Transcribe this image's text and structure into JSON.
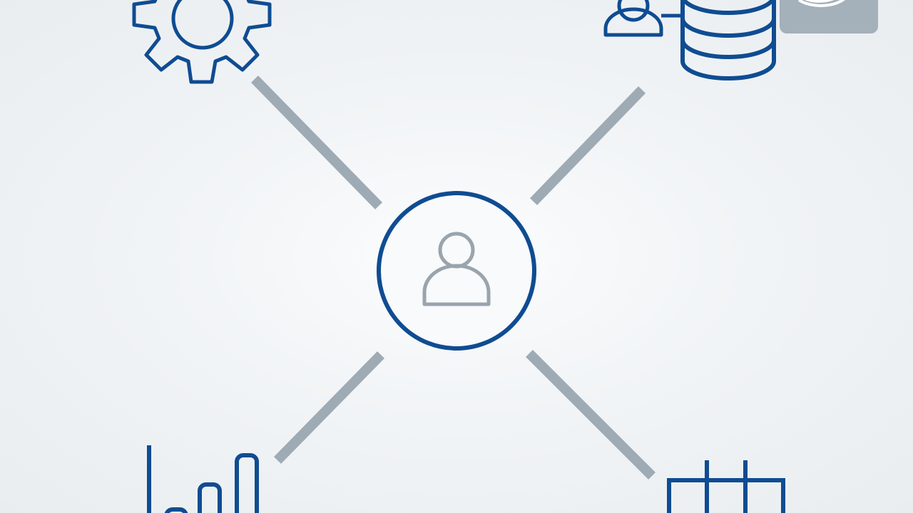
{
  "diagram": {
    "colors": {
      "accent": "#0f4c92",
      "connector": "#9eaab4",
      "hub_icon": "#9aa4ad",
      "tile": "#a4b0ba",
      "background": "#f0f3f5"
    },
    "center_node": {
      "icon": "user-icon"
    },
    "satellites": [
      {
        "id": "top-left",
        "icon": "gear-icon"
      },
      {
        "id": "top-right",
        "icon": "user-database-icon"
      },
      {
        "id": "bottom-left",
        "icon": "bar-chart-icon"
      },
      {
        "id": "bottom-right",
        "icon": "grid-table-icon"
      }
    ]
  }
}
